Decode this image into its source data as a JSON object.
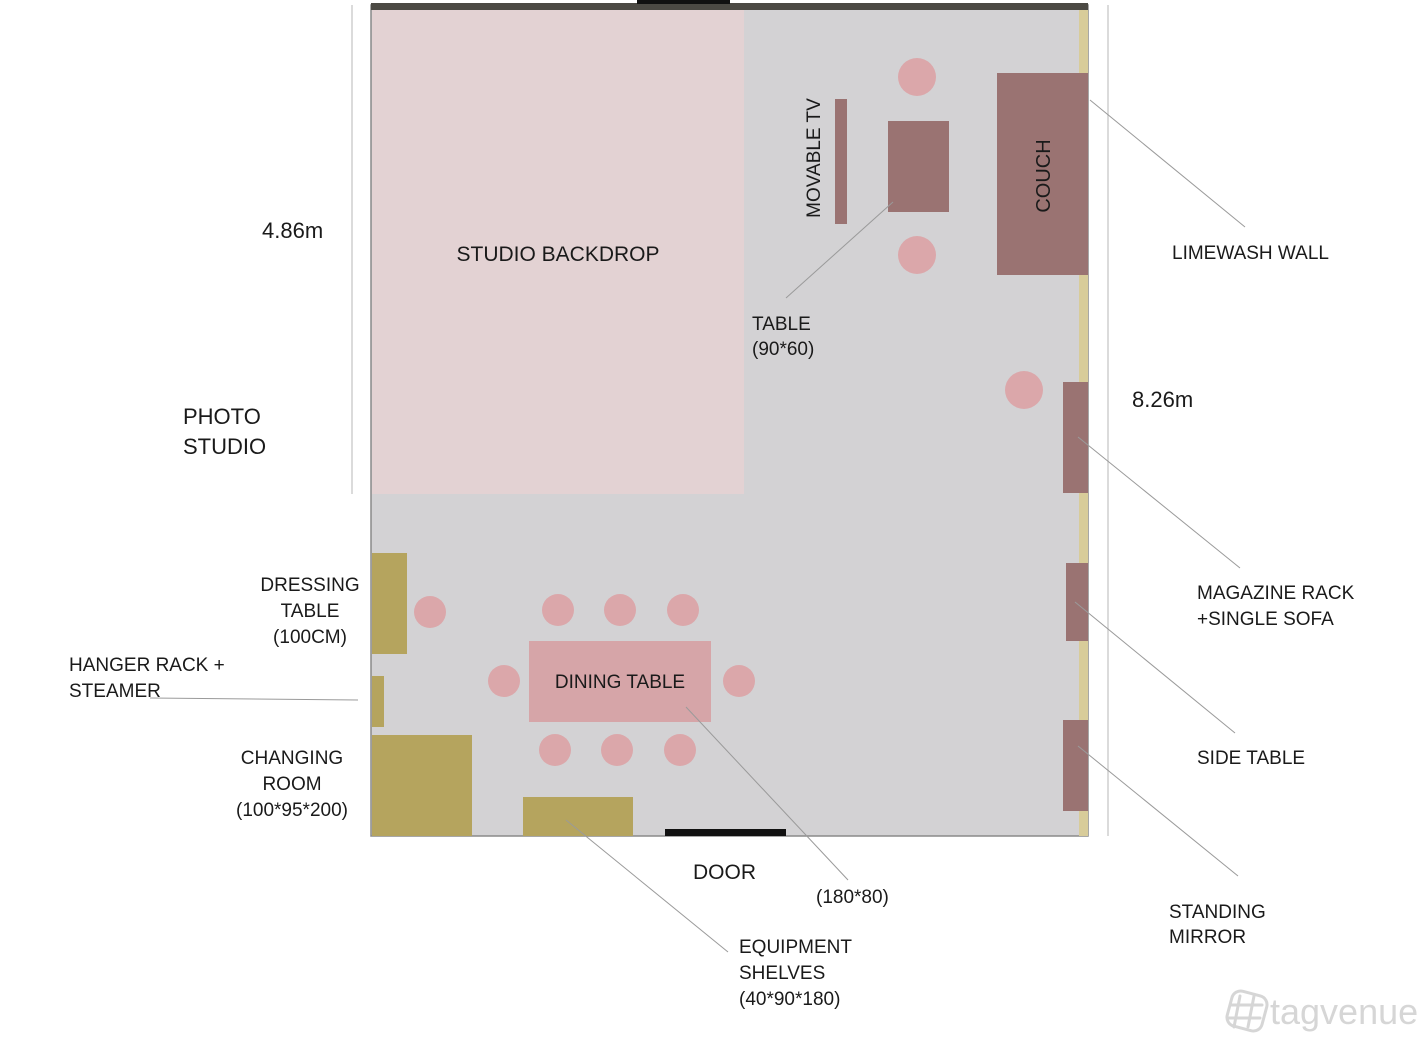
{
  "plan": {
    "title": "PHOTO STUDIO",
    "title_lines": [
      "PHOTO",
      "STUDIO"
    ],
    "dimension_vertical": "4.86m",
    "dimension_horizontal": "8.26m",
    "colors": {
      "floor": "#d3d2d4",
      "backdrop": "#e3d2d3",
      "dark_furniture": "#9a7372",
      "light_furniture": "#d6a5a8",
      "chair": "#dba7aa",
      "gold_furniture": "#b5a45e",
      "limewash_wall": "#d8cc9a",
      "wall_top": "#4c4a44",
      "opening": "#111111"
    }
  },
  "labels": {
    "studio_backdrop": "STUDIO BACKDROP",
    "movable_tv": "MOVABLE TV",
    "couch": "COUCH",
    "table": "TABLE",
    "table_size": "(90*60)",
    "limewash_wall": "LIMEWASH WALL",
    "magazine_rack": [
      "MAGAZINE RACK",
      "+SINGLE SOFA"
    ],
    "side_table": "SIDE TABLE",
    "standing_mirror": [
      "STANDING",
      "MIRROR"
    ],
    "dressing_table": [
      "DRESSING",
      "TABLE",
      "(100CM)"
    ],
    "hanger_rack": [
      "HANGER RACK +",
      "STEAMER"
    ],
    "changing_room": [
      "CHANGING",
      "ROOM",
      "(100*95*200)"
    ],
    "dining_table": "DINING TABLE",
    "dining_table_size": "(180*80)",
    "door": "DOOR",
    "equipment_shelves": [
      "EQUIPMENT",
      "SHELVES",
      "(40*90*180)"
    ]
  },
  "watermark": {
    "brand": "tagvenue",
    "logo_icon": "hash-logo-icon"
  }
}
